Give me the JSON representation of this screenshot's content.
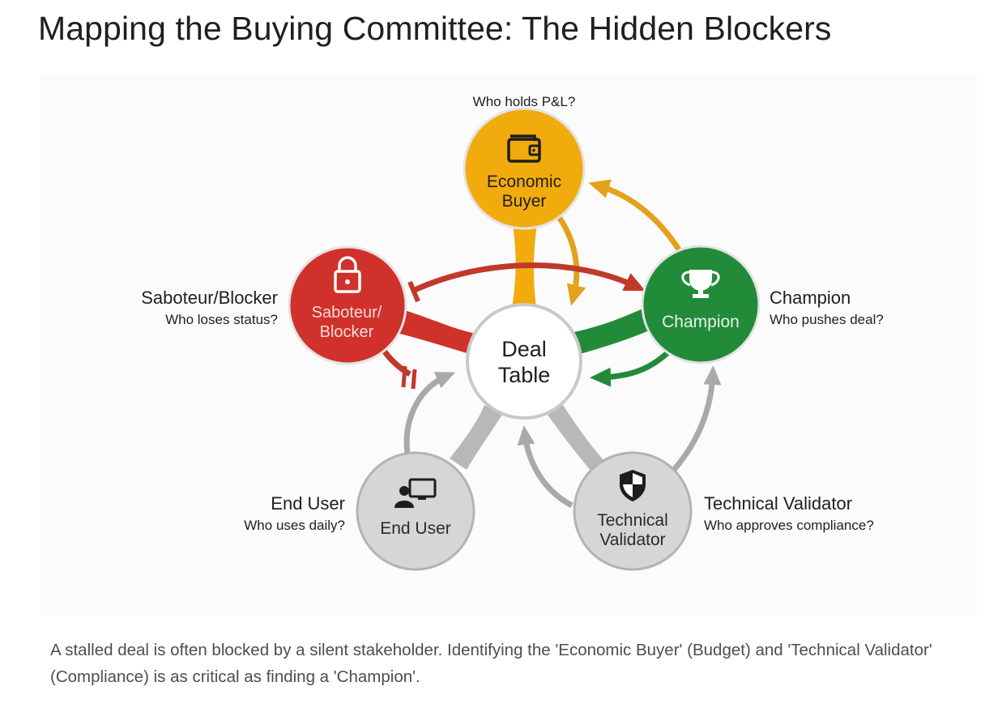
{
  "title": "Mapping the Buying Committee: The Hidden Blockers",
  "diagram": {
    "center": {
      "line1": "Deal",
      "line2": "Table"
    },
    "economic_buyer": {
      "line1": "Economic",
      "line2": "Buyer",
      "question": "Who holds P&L?",
      "color": "#f2ab0c",
      "icon": "wallet-icon"
    },
    "saboteur": {
      "line1": "Saboteur/",
      "line2": "Blocker",
      "side_title": "Saboteur/Blocker",
      "question": "Who loses status?",
      "color": "#d0312a",
      "icon": "lock-icon"
    },
    "champion": {
      "line1": "Champion",
      "side_title": "Champion",
      "question": "Who pushes deal?",
      "color": "#228b3a",
      "icon": "trophy-icon"
    },
    "end_user": {
      "line1": "End User",
      "side_title": "End User",
      "question": "Who uses daily?",
      "color": "#d6d6d6",
      "icon": "user-monitor-icon"
    },
    "technical_validator": {
      "line1": "Technical",
      "line2": "Validator",
      "side_title": "Technical Validator",
      "question": "Who approves compliance?",
      "color": "#d6d6d6",
      "icon": "shield-icon"
    }
  },
  "caption": "A stalled deal is often blocked by a silent stakeholder. Identifying the 'Economic Buyer' (Budget) and 'Technical Validator' (Compliance) is as critical as finding a 'Champion'."
}
